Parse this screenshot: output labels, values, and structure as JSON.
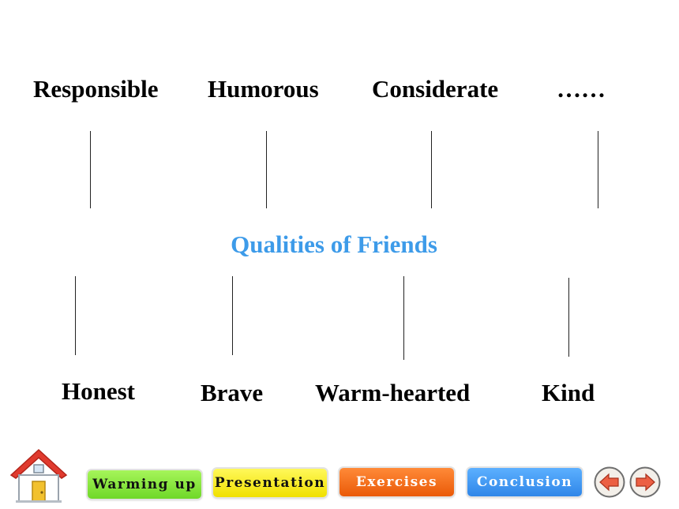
{
  "colors": {
    "accent": "#3d9be9",
    "warming_up": "#8ef03a",
    "presentation": "#fff200",
    "exercises": "#f06a14",
    "conclusion": "#3a95f0",
    "arrow": "#e8553a"
  },
  "center": {
    "title": "Qualities of Friends"
  },
  "top_qualities": [
    "Responsible",
    "Humorous",
    "Considerate",
    "……"
  ],
  "bottom_qualities": [
    "Honest",
    "Brave",
    "Warm-hearted",
    "Kind"
  ],
  "nav": {
    "home_icon": "house-icon",
    "warming_up": "Warming up",
    "presentation": "Presentation",
    "exercises": "Exercises",
    "conclusion": "Conclusion",
    "prev_icon": "arrow-left-icon",
    "next_icon": "arrow-right-icon"
  }
}
